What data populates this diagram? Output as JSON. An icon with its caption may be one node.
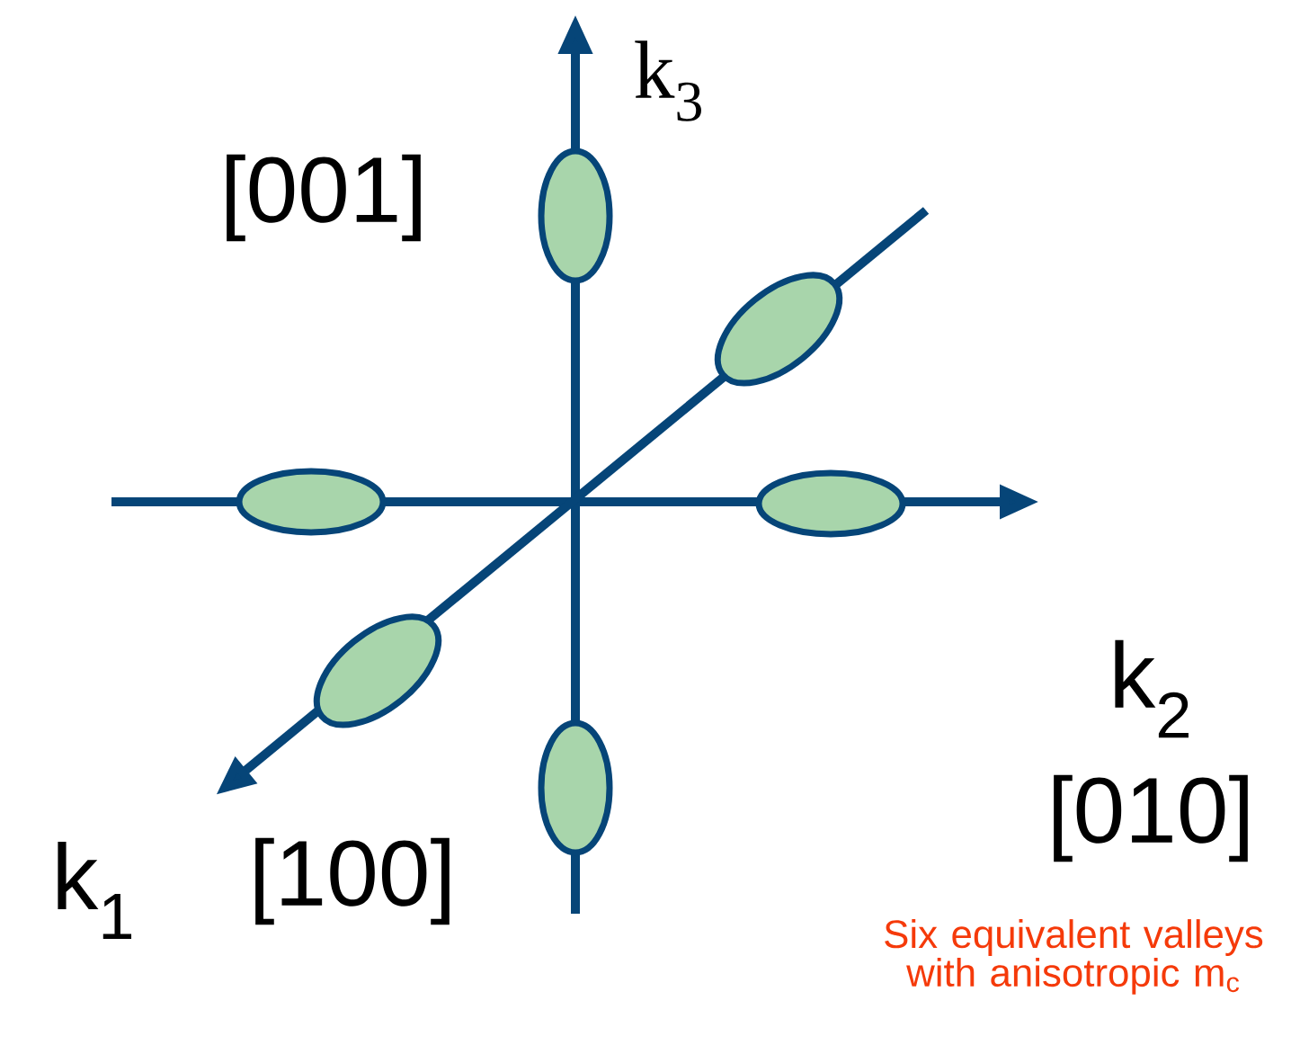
{
  "diagram": {
    "labels": [
      "k$_{3}$",
      "[001]",
      "k$_{2}$",
      "[010]",
      "k$_{1}$",
      "[100]",
      "Six equivalent valleys with anisotropic m$_{c}$"
    ]
  }
}
